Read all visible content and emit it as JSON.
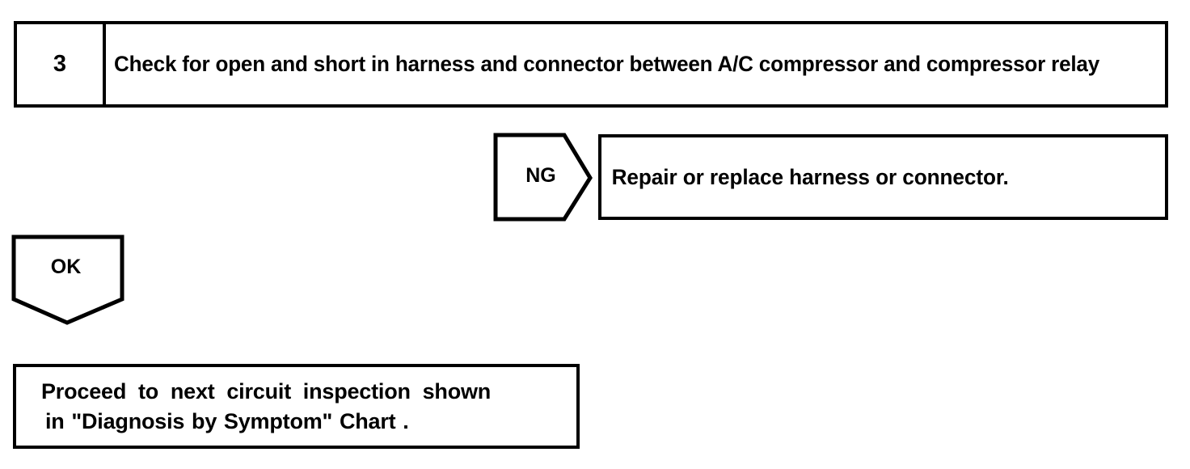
{
  "flowchart": {
    "title": "A/C compressor circuit diagnostic step",
    "step": {
      "number": "3",
      "instruction": "Check for open and short in harness and connector between A/C compressor and compressor relay"
    },
    "branches": [
      {
        "result_label": "NG",
        "direction": "right",
        "action": "Repair or replace harness or connector."
      },
      {
        "result_label": "OK",
        "direction": "down",
        "action_line_1": "Proceed to next circuit inspection shown",
        "action_line_2": "in \"Diagnosis by Symptom\" Chart ."
      }
    ],
    "colors": {
      "line": "#000000",
      "background": "#ffffff",
      "text": "#000000"
    }
  }
}
